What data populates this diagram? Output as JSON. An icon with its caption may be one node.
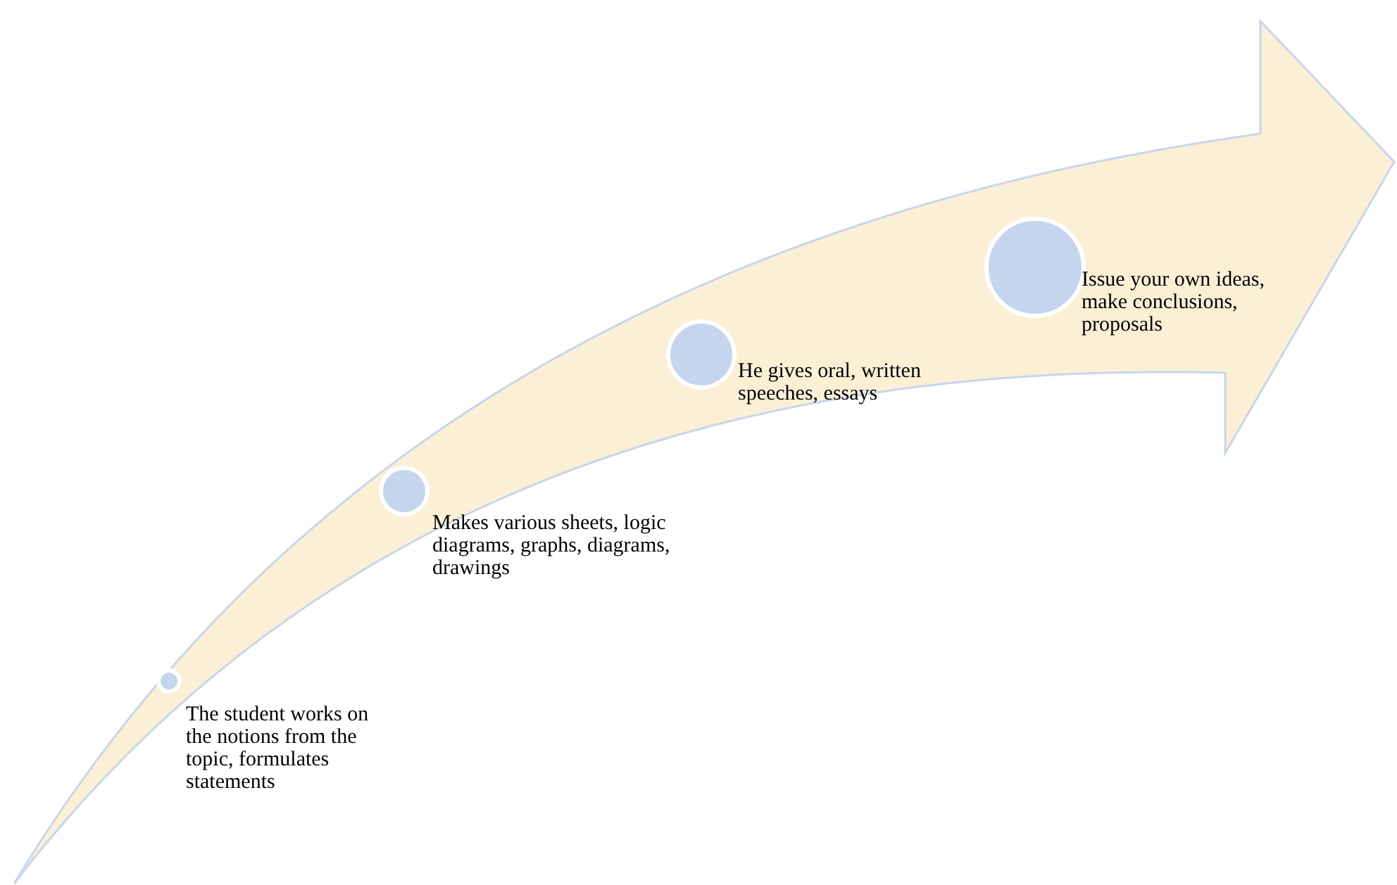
{
  "diagram": {
    "nodes": [
      {
        "text": [],
        "shape": "circle",
        "beside": [
          "The student works on the notions from the topic, formulates statements"
        ]
      },
      {
        "text": [],
        "shape": "circle",
        "beside": [
          "Makes various sheets, logic diagrams, graphs, diagrams, drawings"
        ]
      },
      {
        "text": [],
        "shape": "circle",
        "beside": [
          "He gives oral, written speeches, essays"
        ]
      },
      {
        "text": [],
        "shape": "circle",
        "beside": [
          "Issue your own ideas, make conclusions, proposals"
        ]
      }
    ]
  }
}
